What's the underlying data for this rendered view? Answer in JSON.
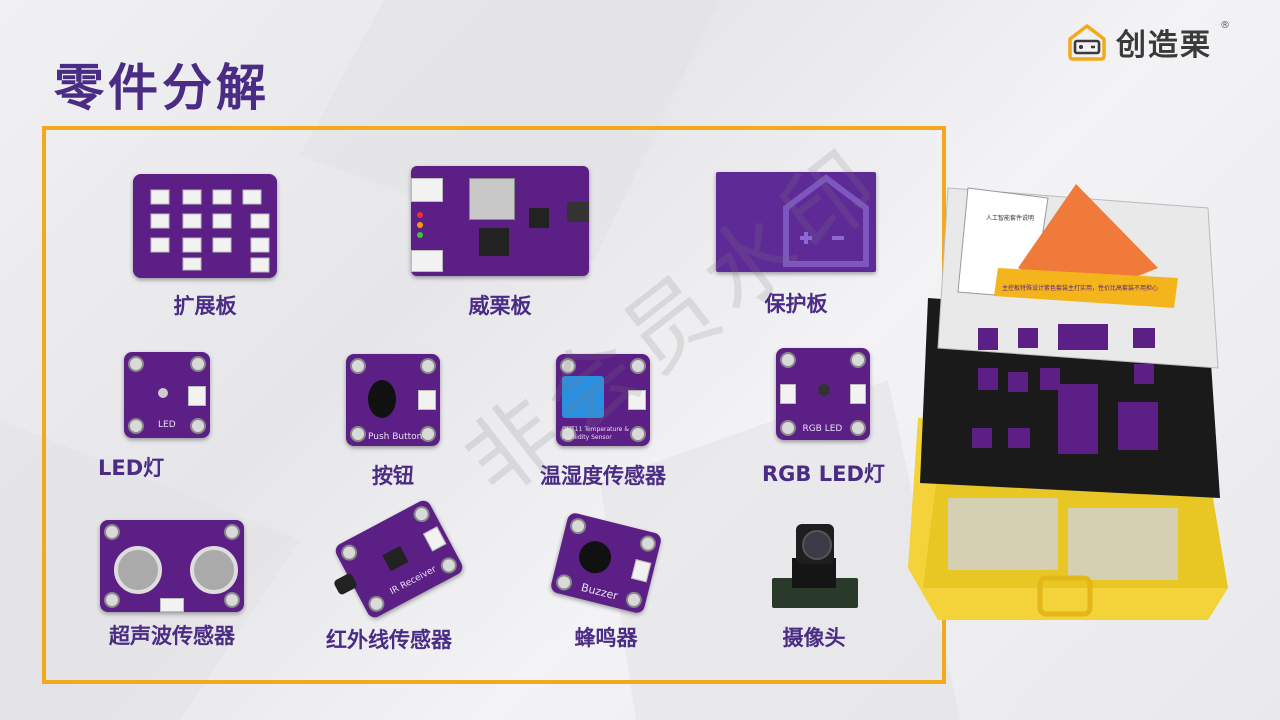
{
  "slide": {
    "title": "零件分解",
    "brand": {
      "name": "创造栗",
      "reg": "®",
      "accent": "#f4a81c",
      "primary": "#4b2c85"
    },
    "watermark": "非会员水印"
  },
  "parts": [
    {
      "id": "expansion-board",
      "label": "扩展板"
    },
    {
      "id": "weili-board",
      "label": "威栗板"
    },
    {
      "id": "protective-board",
      "label": "保护板"
    },
    {
      "id": "led-light",
      "label": "LED灯",
      "pcb": "LED"
    },
    {
      "id": "button",
      "label": "按钮",
      "pcb": "Push Button"
    },
    {
      "id": "temp-humidity-sensor",
      "label": "温湿度传感器",
      "pcb": "DHT11 Temperature & Humidity Sensor"
    },
    {
      "id": "rgb-led-light",
      "label": "RGB LED灯",
      "pcb": "RGB LED"
    },
    {
      "id": "ultrasonic-sensor",
      "label": "超声波传感器"
    },
    {
      "id": "infrared-sensor",
      "label": "红外线传感器",
      "pcb": "IR Receiver"
    },
    {
      "id": "buzzer",
      "label": "蜂鸣器",
      "pcb": "Buzzer"
    },
    {
      "id": "camera",
      "label": "摄像头"
    }
  ],
  "kit_box": {
    "manual_title": "人工智能套件说明",
    "banner_text": "主控板特殊设计紫色套装主打实用，性价比高套装不用担心"
  }
}
